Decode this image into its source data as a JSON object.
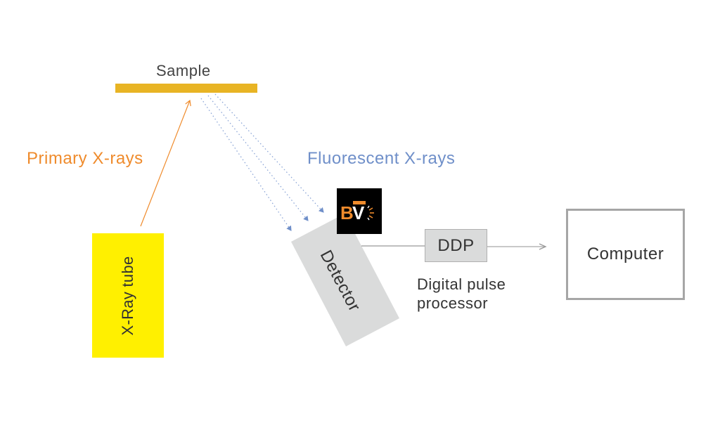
{
  "title": "XRF measurement principle diagram",
  "sample": {
    "label": "Sample",
    "color": "#e8b424"
  },
  "primary_xrays": {
    "label": "Primary X-rays",
    "color": "#ef8b2c"
  },
  "fluorescent_xrays": {
    "label": "Fluorescent X-rays",
    "color": "#6f8fc9"
  },
  "xray_tube": {
    "label": "X-Ray tube",
    "color": "#fff000"
  },
  "detector": {
    "label": "Detector",
    "color": "#dadbdb"
  },
  "ddp": {
    "label": "DDP",
    "sublabel_line1": "Digital pulse",
    "sublabel_line2": "processor"
  },
  "computer": {
    "label": "Computer"
  },
  "logo": {
    "text": "BVT",
    "icon": "bvt-logo-icon"
  }
}
